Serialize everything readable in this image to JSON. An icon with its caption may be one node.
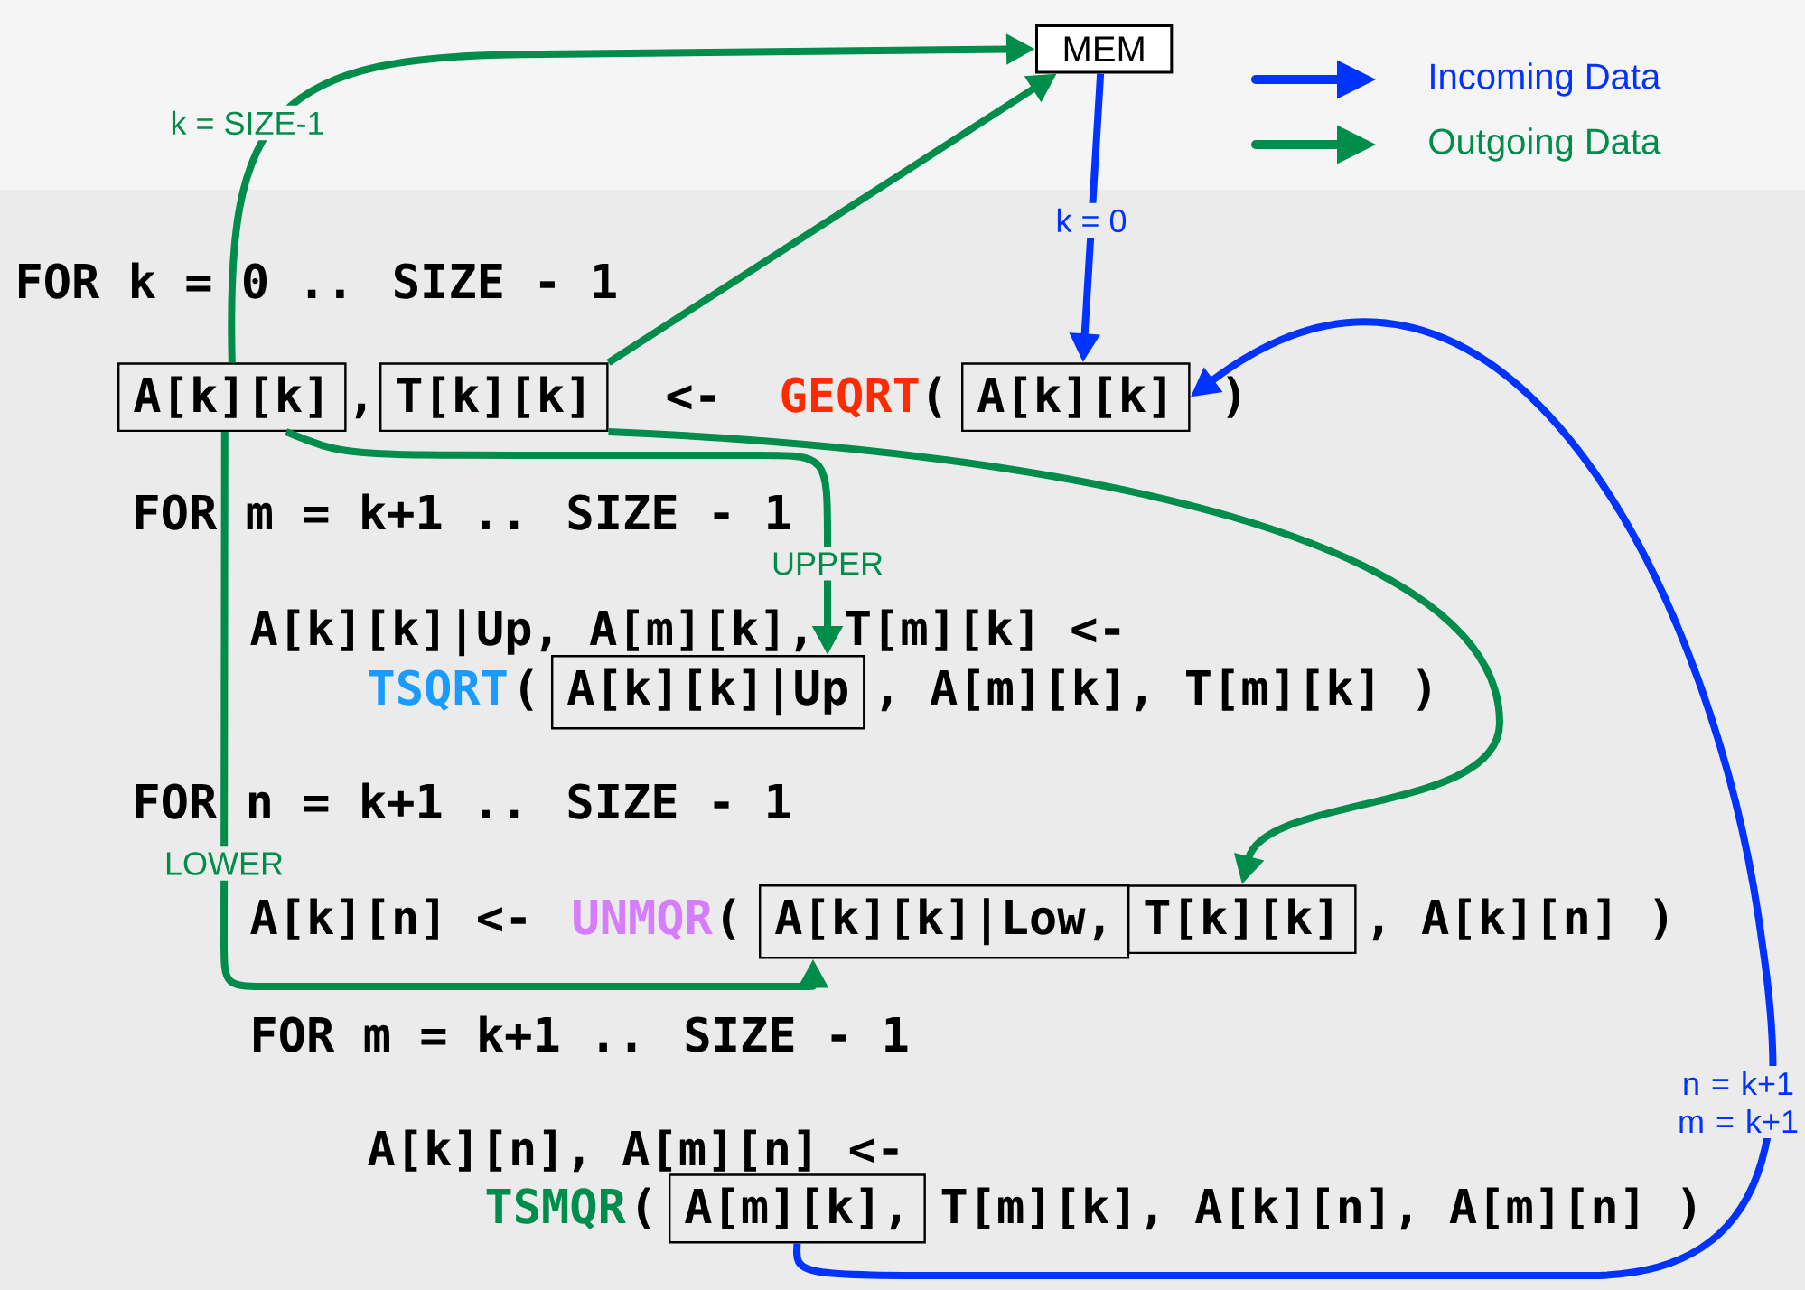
{
  "diagram": {
    "nodes": [
      {
        "text": [
          "MEM"
        ]
      },
      {
        "text": [
          "A[k][k]"
        ]
      },
      {
        "text": [
          "T[k][k]"
        ]
      },
      {
        "text": [
          "A[k][k]"
        ]
      },
      {
        "text": [
          "A[k][k]|Up"
        ]
      },
      {
        "text": [
          "A[k][k]|Low,"
        ]
      },
      {
        "text": [
          "T[k][k]"
        ]
      },
      {
        "text": [
          "A[m][k],"
        ]
      }
    ],
    "edges": [
      {
        "from": 1,
        "to": 0,
        "arrow": "to",
        "label": "k = SIZE-1"
      },
      {
        "from": 2,
        "to": 0,
        "arrow": "to"
      },
      {
        "from": 0,
        "to": 3,
        "arrow": "to",
        "label": "k = 0",
        "color": "#0033ff"
      },
      {
        "from": 1,
        "to": 4,
        "arrow": "to",
        "label": "UPPER"
      },
      {
        "from": 1,
        "to": 5,
        "arrow": "to",
        "label": "LOWER"
      },
      {
        "from": 2,
        "to": 6,
        "arrow": "to"
      },
      {
        "from": 7,
        "to": 3,
        "arrow": "to",
        "label": "n = k+1 m = k+1",
        "color": "#0033ff"
      }
    ],
    "labels": [
      "FOR k = 0 .. SIZE - 1",
      ",",
      "<-",
      "GEQRT",
      "(",
      ")",
      "FOR m = k+1 .. SIZE - 1",
      "A[k][k]|Up, A[m][k], T[m][k] <-",
      "TSQRT",
      "(",
      ", A[m][k], T[m][k] )",
      "FOR n = k+1 .. SIZE - 1",
      "A[k][n] <-",
      "UNMQR",
      "(",
      ", A[k][n] )",
      "FOR m = k+1 .. SIZE - 1",
      "A[k][n], A[m][n] <-",
      "TSMQR",
      "(",
      "T[m][k], A[k][n], A[m][n] )"
    ],
    "legend": [
      {
        "text": "Incoming Data"
      },
      {
        "text": "Outgoing Data"
      }
    ]
  }
}
